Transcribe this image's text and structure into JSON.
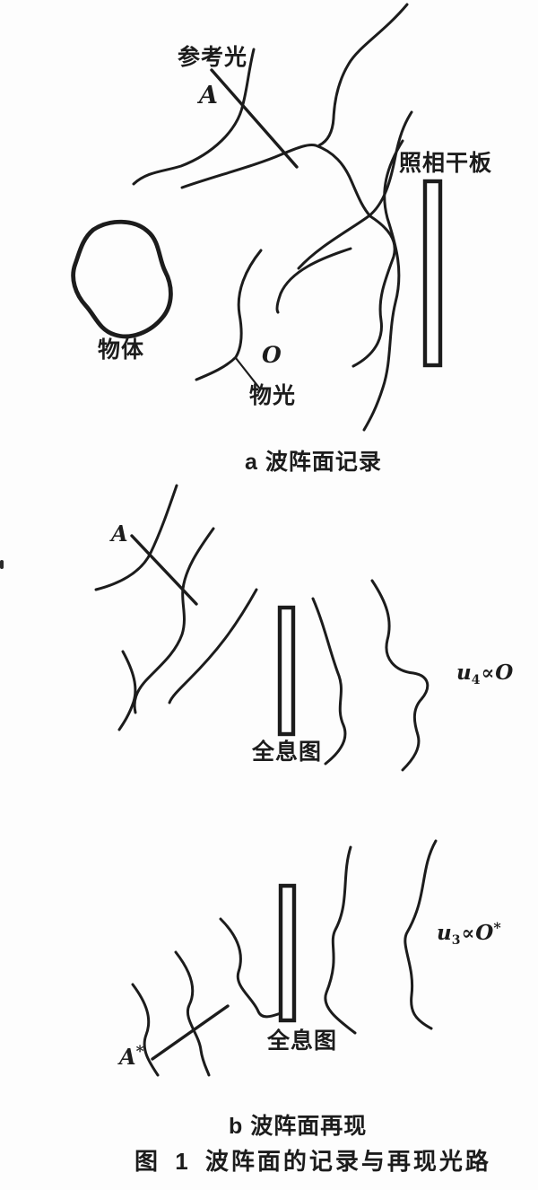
{
  "figure": {
    "panel_a": {
      "caption": "a 波阵面记录",
      "labels": {
        "reference_light": "参考光",
        "point_a": "A",
        "photographic_plate": "照相干板",
        "object": "物体",
        "point_o": "O",
        "object_light": "物光"
      }
    },
    "panel_b1": {
      "labels": {
        "point_a": "A",
        "hologram": "全息图"
      },
      "formula": {
        "base": "u",
        "sub": "4",
        "rel": "∝",
        "rhs": "O",
        "sup": ""
      }
    },
    "panel_b2": {
      "labels": {
        "point_a_base": "A",
        "point_a_sup": "*",
        "hologram": "全息图"
      },
      "formula": {
        "base": "u",
        "sub": "3",
        "rel": "∝",
        "rhs": "O",
        "sup": "*"
      }
    },
    "panel_b_caption": "b 波阵面再现",
    "figure_caption": "图 1  波阵面的记录与再现光路",
    "colors": {
      "ink": "#1c1c1c",
      "paper": "#fdfdfd"
    }
  }
}
